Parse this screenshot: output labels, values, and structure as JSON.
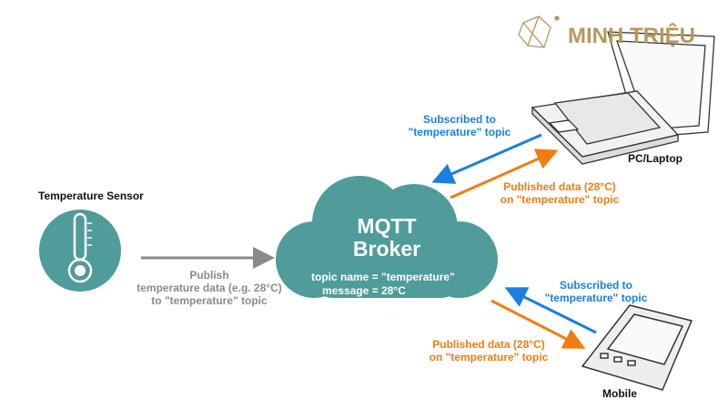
{
  "logo": {
    "text": "MINH TRIỆU",
    "color": "#b89660"
  },
  "colors": {
    "cloud": "#4f9c9a",
    "subscribe": "#1a7fe0",
    "publish": "#f07d12",
    "sensor_arrow": "#8a8a8a"
  },
  "sensor": {
    "title": "Temperature Sensor",
    "icon": "thermometer-icon"
  },
  "publish_label": [
    "Publish",
    "temperature data (e.g. 28°C)",
    "to \"temperature\" topic"
  ],
  "broker": {
    "title_line1": "MQTT",
    "title_line2": "Broker",
    "topic": "topic name = \"temperature\"",
    "message": "message = 28°C"
  },
  "laptop": {
    "label": "PC/Laptop",
    "icon": "laptop-icon",
    "subscribed": [
      "Subscribed to",
      "\"temperature\" topic"
    ],
    "published": [
      "Published data (28°C)",
      "on \"temperature\" topic"
    ]
  },
  "mobile": {
    "label": "Mobile",
    "icon": "mobile-phone-icon",
    "subscribed": [
      "Subscribed to",
      "\"temperature\" topic"
    ],
    "published": [
      "Published data (28°C)",
      "on \"temperature\" topic"
    ]
  }
}
